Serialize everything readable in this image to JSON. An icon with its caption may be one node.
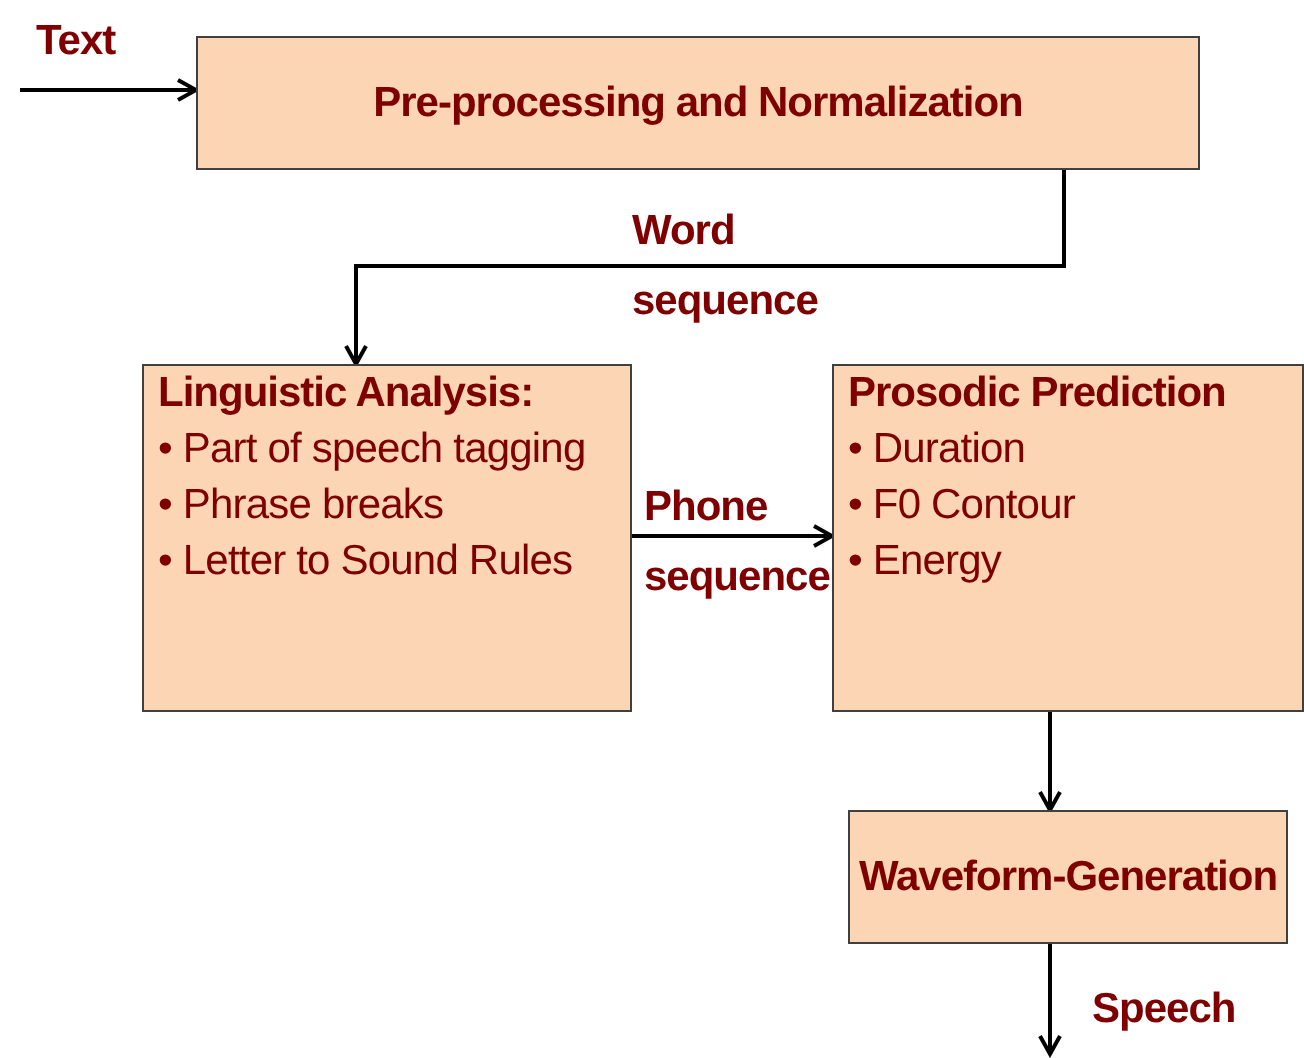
{
  "diagram": {
    "nodes": [
      {
        "text": [
          "Pre-processing and Normalization"
        ]
      },
      {
        "text": [
          "Linguistic Analysis:",
          "• Part of speech tagging",
          "• Phrase breaks",
          "• Letter to Sound Rules"
        ]
      },
      {
        "text": [
          "Prosodic Prediction",
          "• Duration",
          "• F0 Contour",
          "• Energy"
        ]
      },
      {
        "text": [
          "Waveform-Generation"
        ]
      }
    ],
    "edges": [
      {
        "from": null,
        "to": 0,
        "arrow": "to",
        "label": "Text"
      },
      {
        "from": 0,
        "to": 1,
        "arrow": "to",
        "label": "Word sequence"
      },
      {
        "from": 1,
        "to": 2,
        "arrow": "to",
        "label": "Phone sequence"
      },
      {
        "from": 2,
        "to": 3,
        "arrow": "to"
      },
      {
        "from": 3,
        "to": null,
        "arrow": "to",
        "label": "Speech"
      }
    ]
  }
}
